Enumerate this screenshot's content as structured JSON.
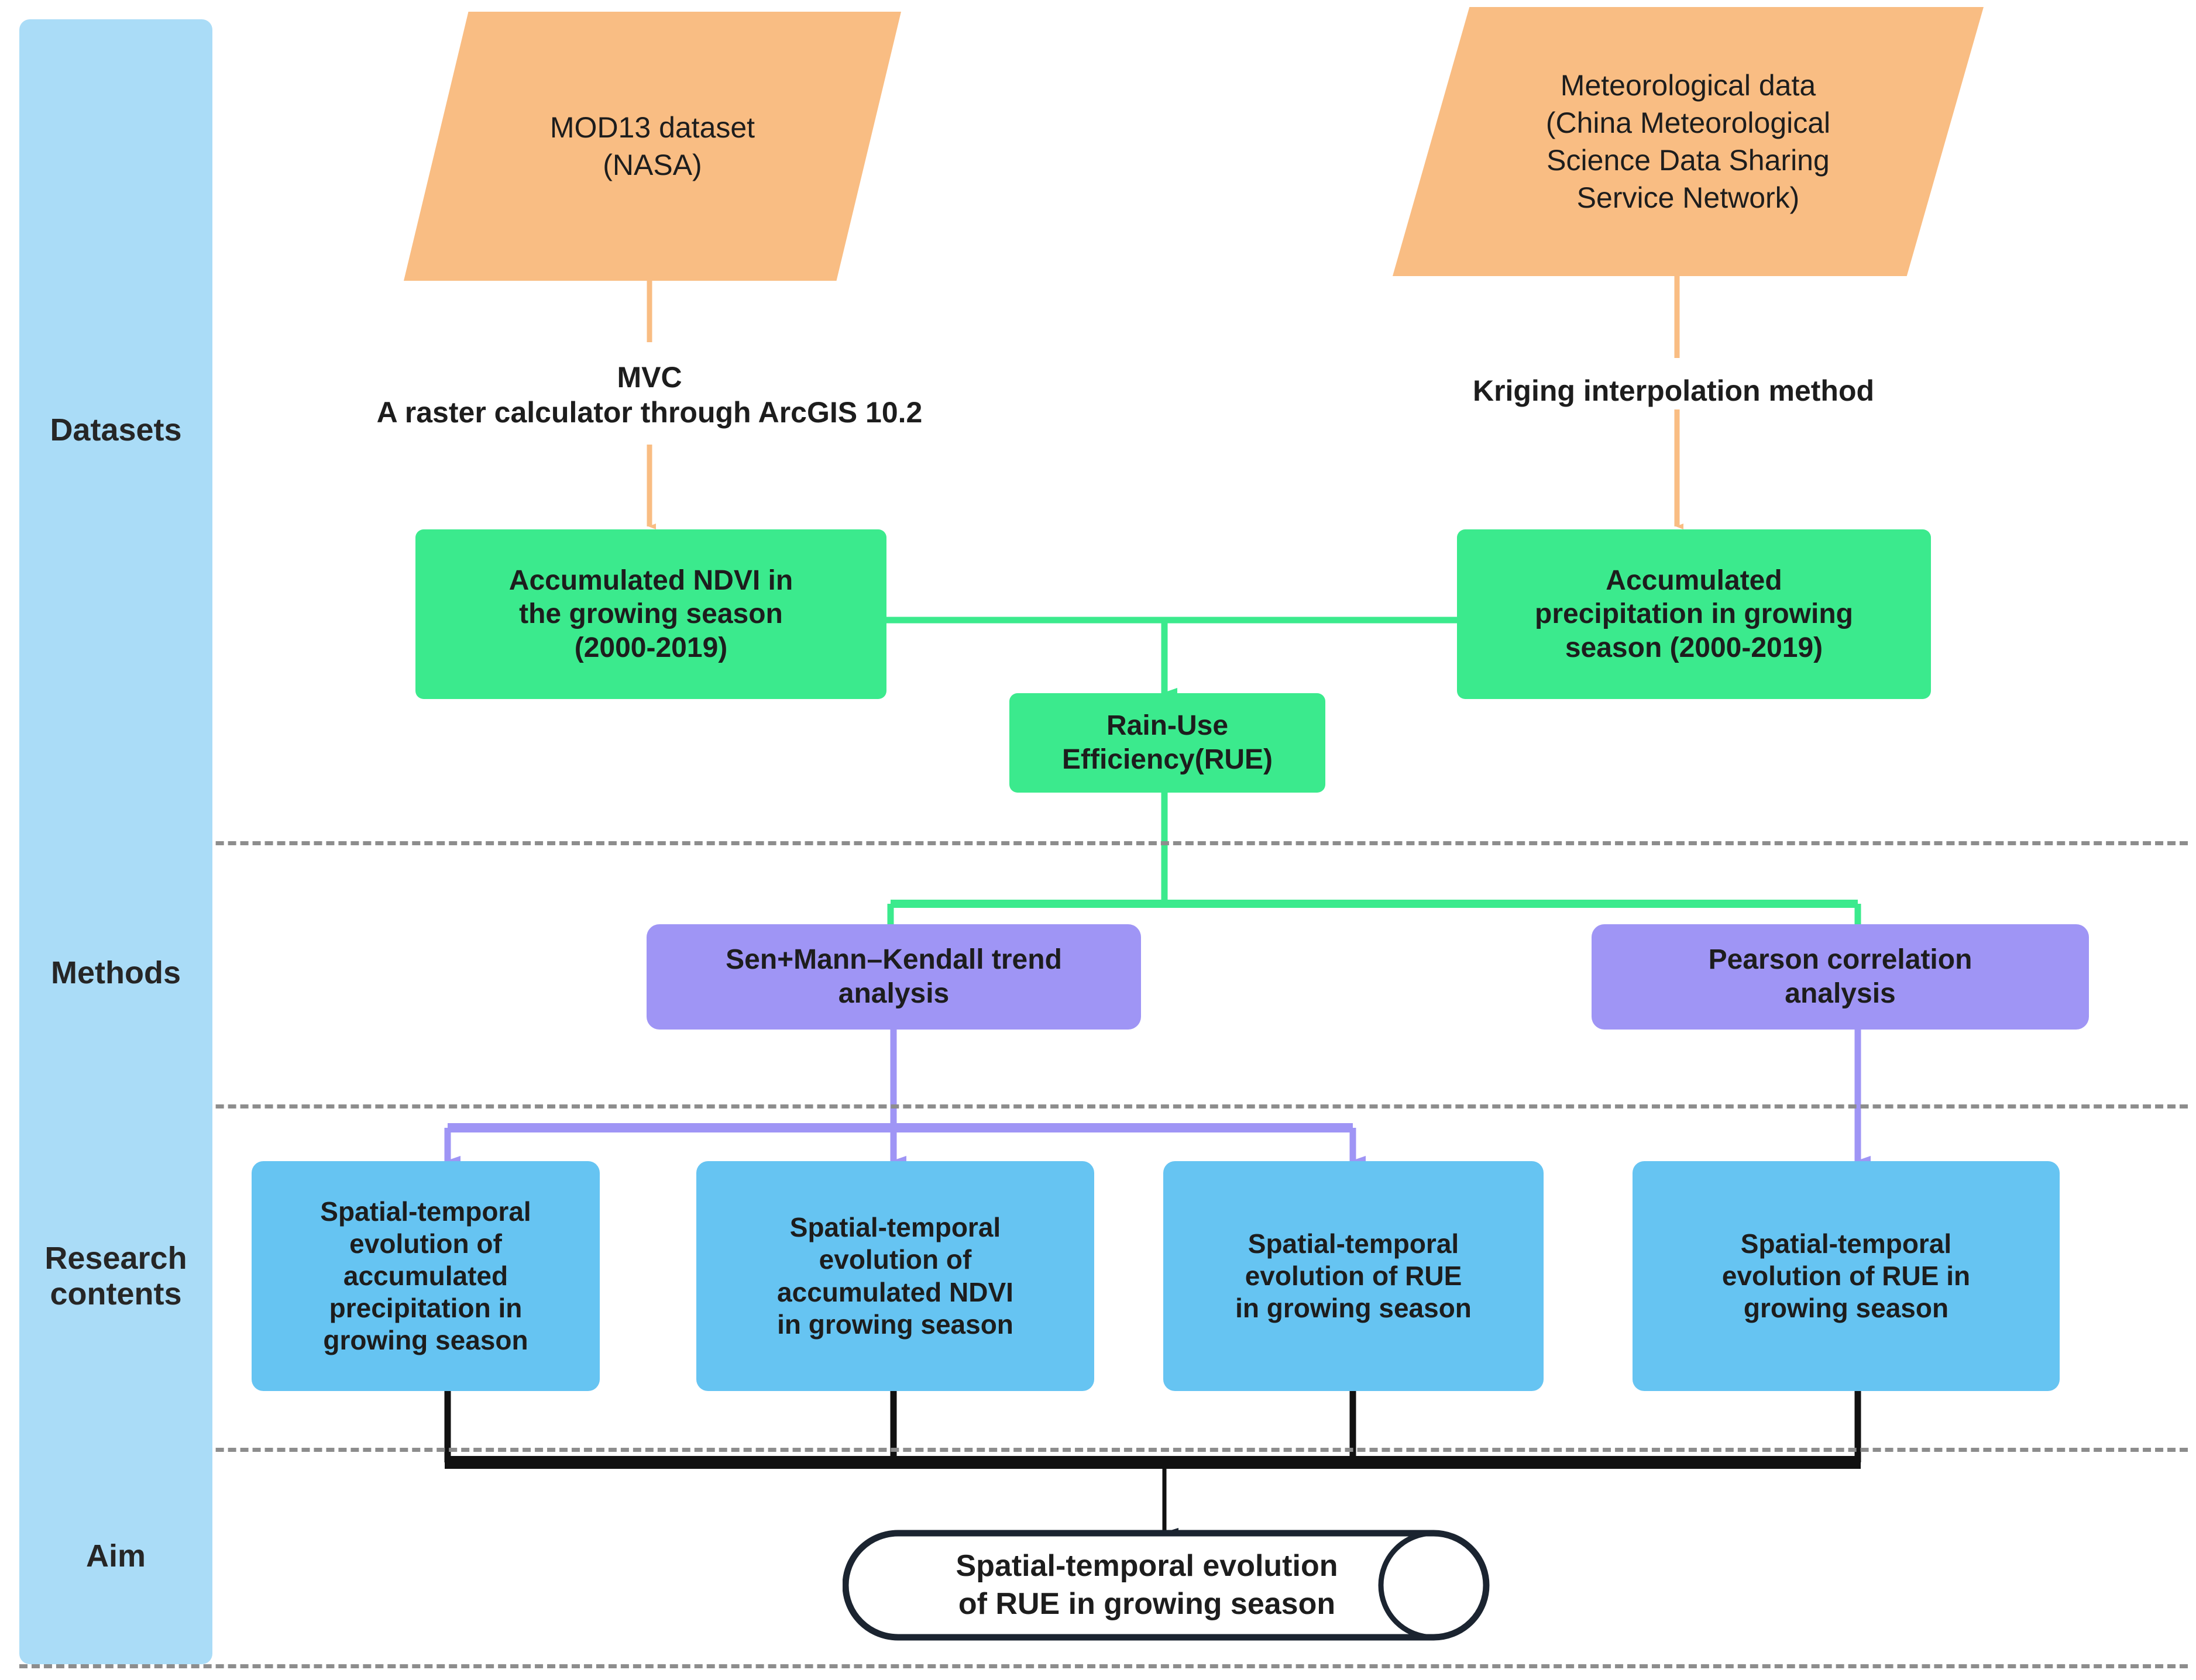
{
  "diagram": {
    "title": "Research framework flowchart for spatial-temporal evolution of RUE",
    "colors": {
      "sidebar": "#aadcf7",
      "dataset_node": "#f9bd83",
      "process_node": "#3bea8d",
      "method_node": "#9f95f5",
      "content_node": "#66c4f2",
      "aim_outline": "#1b2430",
      "divider": "#8d8d8d"
    }
  },
  "sidebar": {
    "bands": [
      {
        "label": "Datasets"
      },
      {
        "label": "Methods"
      },
      {
        "label": "Research contents"
      },
      {
        "label": "Aim"
      }
    ]
  },
  "datasets": {
    "mod13": "MOD13 dataset\n(NASA)",
    "meteorological": "Meteorological data\n(China Meteorological\nScience Data Sharing\nService Network)"
  },
  "edge_labels": {
    "mvc": "MVC\nA raster calculator through ArcGIS 10.2",
    "kriging": "Kriging interpolation method"
  },
  "processes": {
    "ndvi": "Accumulated NDVI in\nthe growing season\n(2000-2019)",
    "precipitation": "Accumulated\nprecipitation in growing\nseason (2000-2019)",
    "rue": "Rain-Use\nEfficiency(RUE)"
  },
  "methods": {
    "sen_mk": "Sen+Mann–Kendall trend\nanalysis",
    "pearson": "Pearson correlation\nanalysis"
  },
  "research_contents": [
    {
      "label": "Spatial-temporal\nevolution of\naccumulated\nprecipitation in\ngrowing season"
    },
    {
      "label": "Spatial-temporal\nevolution of\naccumulated NDVI\nin growing season"
    },
    {
      "label": "Spatial-temporal\nevolution of RUE\nin growing season"
    },
    {
      "label": "Spatial-temporal\nevolution of RUE in\ngrowing season"
    }
  ],
  "aim": {
    "label": "Spatial-temporal evolution\nof RUE in growing season"
  }
}
